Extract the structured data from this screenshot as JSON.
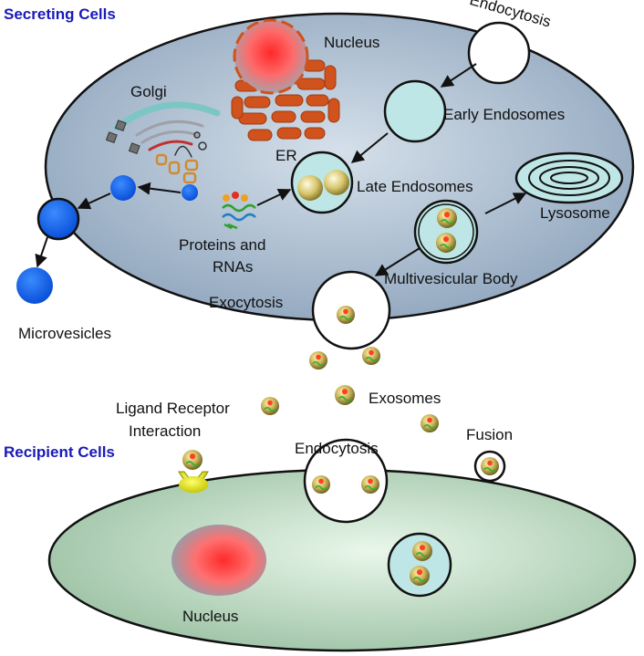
{
  "headers": {
    "secreting": "Secreting Cells",
    "recipient": "Recipient Cells"
  },
  "labels": {
    "nucleus_top": "Nucleus",
    "endocytosis_top": "Endocytosis",
    "golgi": "Golgi",
    "er": "ER",
    "early_endosomes": "Early Endosomes",
    "late_endosomes": "Late Endosomes",
    "lysosome": "Lysosome",
    "proteins_line1": "Proteins and",
    "proteins_line2": "RNAs",
    "multivesicular_body": "Multivesicular Body",
    "exocytosis": "Exocytosis",
    "microvesicles": "Microvesicles",
    "exosomes": "Exosomes",
    "ligand_line1": "Ligand Receptor",
    "ligand_line2": "Interaction",
    "endocytosis_bottom": "Endocytosis",
    "fusion": "Fusion",
    "nucleus_bottom": "Nucleus"
  },
  "colors": {
    "header_blue": "#1a1ab8",
    "secreting_cell_fill": "#9fb3c8",
    "recipient_cell_fill": "#b9d8bf",
    "microvesicle_blue": "#1462f0",
    "er_orange": "#d0521c",
    "nucleus_red": "#ff3030",
    "endosome_cyan": "#bfe6e6",
    "exosome_gold": "#b8a040"
  }
}
